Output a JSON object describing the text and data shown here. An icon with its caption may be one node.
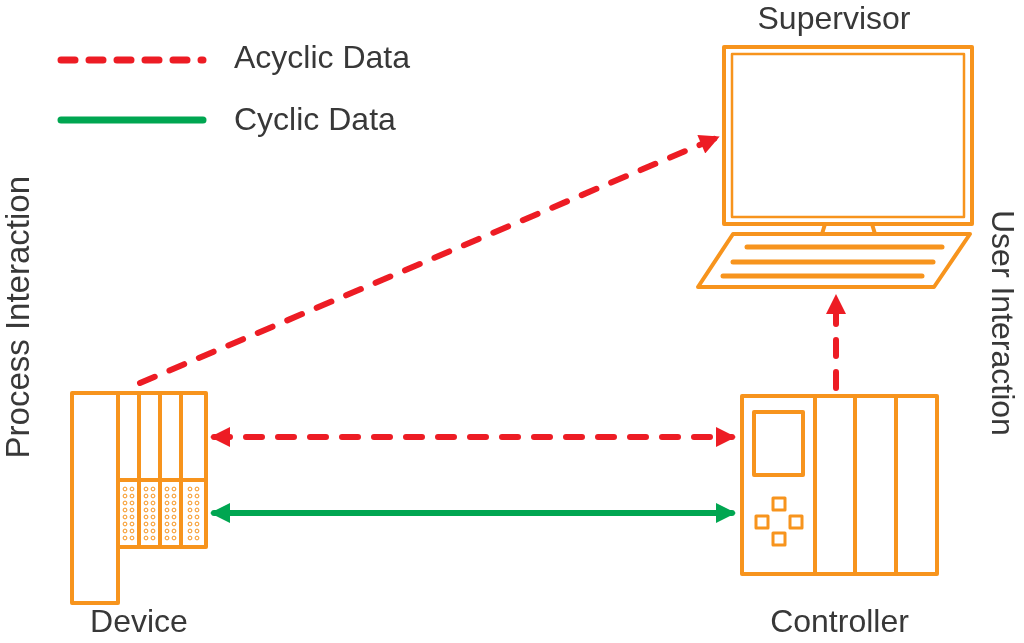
{
  "diagram": {
    "nodes": [
      {
        "text": [
          "Supervisor"
        ]
      },
      {
        "text": [
          "Device"
        ]
      },
      {
        "text": [
          "Controller"
        ]
      }
    ],
    "edges": [
      {
        "from": 1,
        "to": 0,
        "arrow": "to",
        "style": "dashed"
      },
      {
        "from": 1,
        "to": 2,
        "arrow": "both",
        "style": "dashed"
      },
      {
        "from": 1,
        "to": 2,
        "arrow": "both",
        "color": "#00a651"
      },
      {
        "from": 2,
        "to": 0,
        "arrow": "to",
        "style": "dashed"
      }
    ],
    "labels": [
      "Process Interaction",
      "User Interaction"
    ],
    "legend": [
      {
        "text": "Acyclic Data"
      },
      {
        "text": "Cyclic Data"
      }
    ]
  }
}
